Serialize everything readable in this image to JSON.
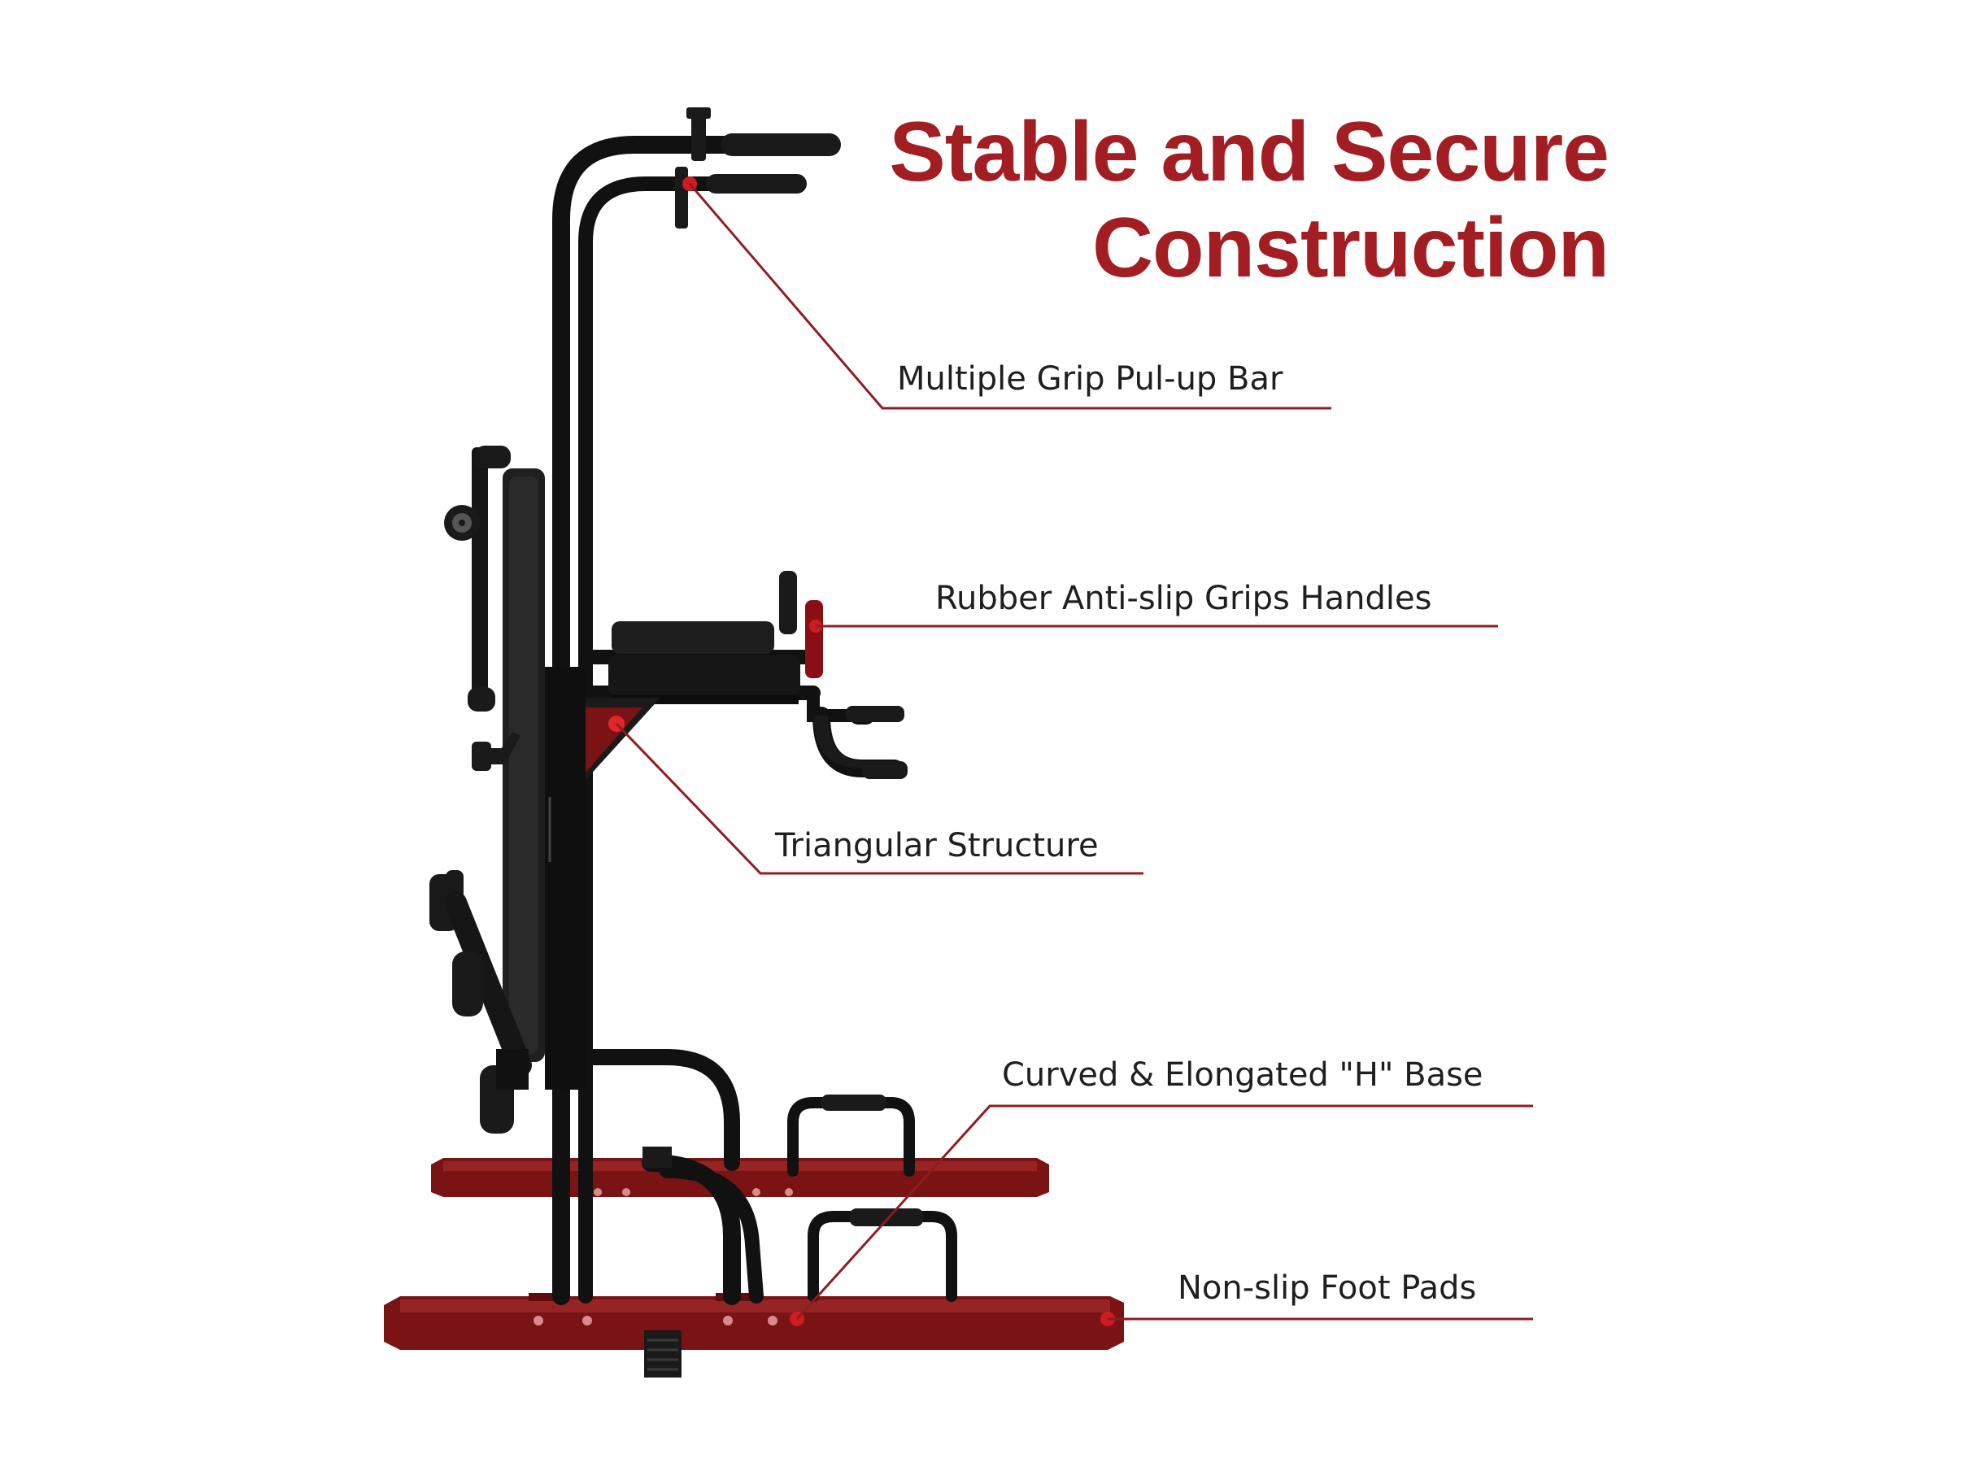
{
  "title": {
    "line1": "Stable and Secure",
    "line2": "Construction"
  },
  "callouts": {
    "pullup": "Multiple Grip Pul-up Bar",
    "grips": "Rubber Anti-slip Grips Handles",
    "triangle": "Triangular Structure",
    "base": "Curved & Elongated \"H\" Base",
    "feet": "Non-slip Foot Pads"
  },
  "colors": {
    "accent": "#a31e22",
    "base_red": "#7a1414",
    "frame": "#111111",
    "text": "#1f1f1f"
  }
}
